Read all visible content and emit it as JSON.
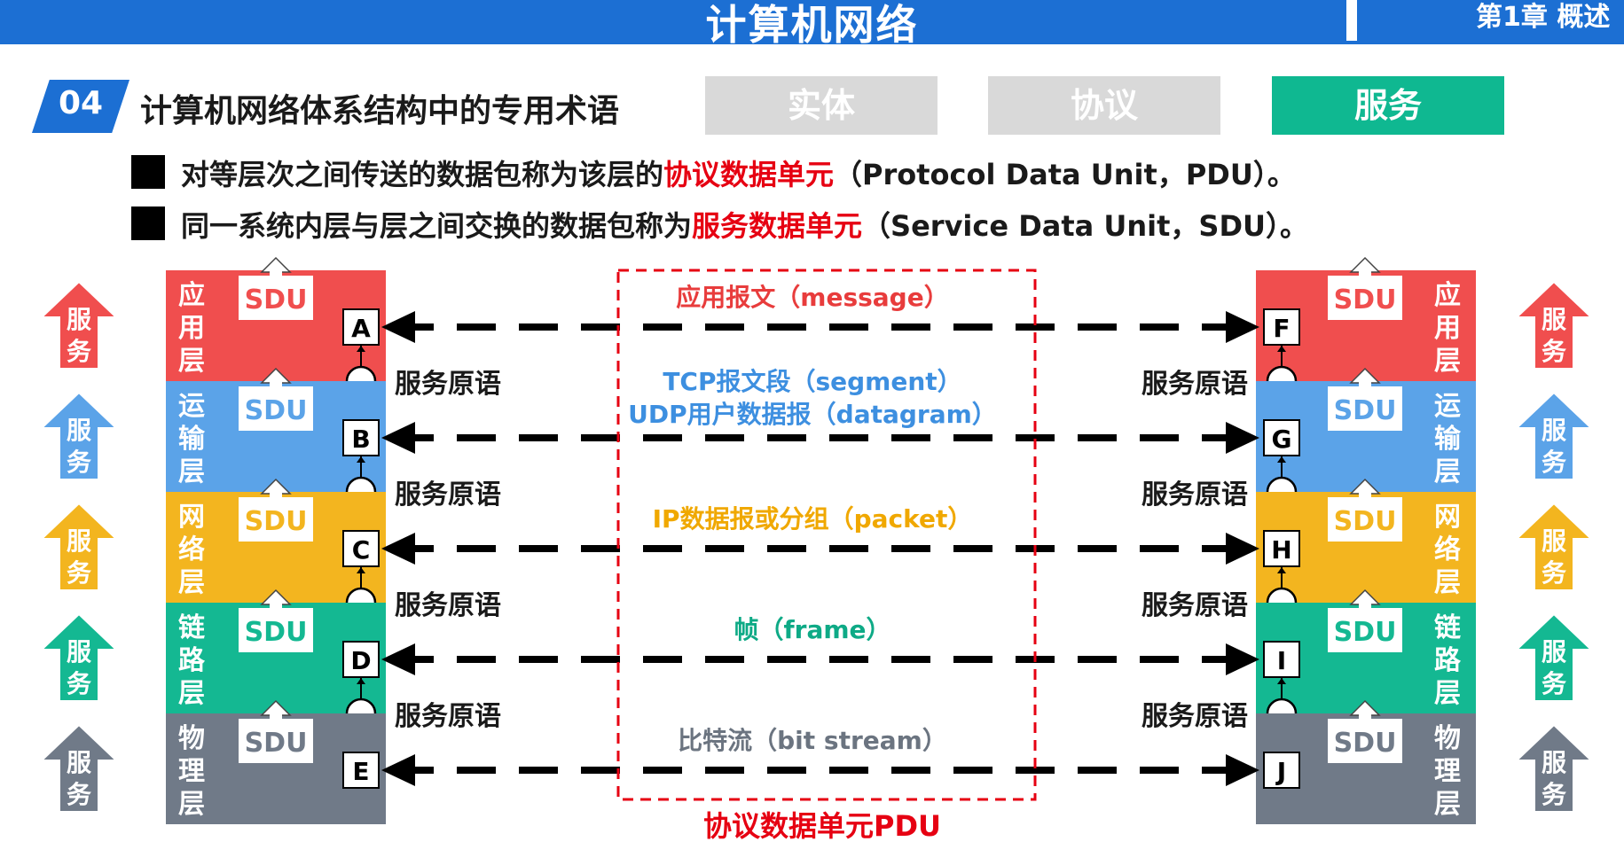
{
  "header": {
    "title": "计算机网络",
    "chapter": "第1章 概述"
  },
  "section": {
    "number": "04",
    "title": "计算机网络体系结构中的专用术语"
  },
  "tabs": [
    {
      "label": "实体",
      "color": "#d9d9d9"
    },
    {
      "label": "协议",
      "color": "#d9d9d9"
    },
    {
      "label": "服务",
      "color": "#0fb891"
    }
  ],
  "bullets": [
    {
      "prefix": "对等层次之间传送的数据包称为该层的",
      "highlight": "协议数据单元",
      "suffix": "（Protocol Data Unit，PDU）。"
    },
    {
      "prefix": "同一系统内层与层之间交换的数据包称为",
      "highlight": "服务数据单元",
      "suffix": "（Service Data Unit，SDU）。"
    }
  ],
  "layers": [
    {
      "name": "应用层",
      "chars": [
        "应",
        "用",
        "层"
      ],
      "color": "#f04e4e",
      "left_point": "A",
      "right_point": "F",
      "pdu": "应用报文（message）",
      "pdu2": "",
      "pdu_color": "#e83c3c"
    },
    {
      "name": "运输层",
      "chars": [
        "运",
        "输",
        "层"
      ],
      "color": "#5ba3e8",
      "left_point": "B",
      "right_point": "G",
      "pdu": "TCP报文段（segment）",
      "pdu2": "UDP用户数据报（datagram）",
      "pdu_color": "#3d8fe0"
    },
    {
      "name": "网络层",
      "chars": [
        "网",
        "络",
        "层"
      ],
      "color": "#f3b51f",
      "left_point": "C",
      "right_point": "H",
      "pdu": "IP数据报或分组（packet）",
      "pdu2": "",
      "pdu_color": "#f0a800"
    },
    {
      "name": "链路层",
      "chars": [
        "链",
        "路",
        "层"
      ],
      "color": "#14b892",
      "left_point": "D",
      "right_point": "I",
      "pdu": "帧（frame）",
      "pdu2": "",
      "pdu_color": "#0eaa86"
    },
    {
      "name": "物理层",
      "chars": [
        "物",
        "理",
        "层"
      ],
      "color": "#707a88",
      "left_point": "E",
      "right_point": "J",
      "pdu": "比特流（bit stream）",
      "pdu2": "",
      "pdu_color": "#6b7480"
    }
  ],
  "sdu_label": "SDU",
  "service_chars": [
    "服",
    "务"
  ],
  "primitive_label": "服务原语",
  "pdu_box_label": "协议数据单元PDU",
  "colors": {
    "primary": "#1c6fd3",
    "red": "#e60012"
  }
}
